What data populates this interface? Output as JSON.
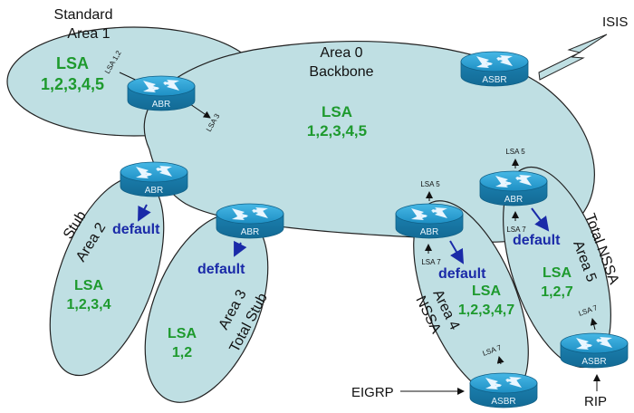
{
  "diagram": {
    "colors": {
      "area_fill": "#bfdfe3",
      "lsa_text": "#1e9a2e",
      "default_text": "#1a2aa8",
      "router_body": "#1b87b8"
    },
    "areas": {
      "area1": {
        "title_line1": "Standard",
        "title_line2": "Area 1",
        "lsa_label": "LSA",
        "lsa_list": "1,2,3,4,5"
      },
      "area0": {
        "title_line1": "Area 0",
        "title_line2": "Backbone",
        "lsa_label": "LSA",
        "lsa_list": "1,2,3,4,5"
      },
      "area2": {
        "title_line1": "Stub",
        "title_line2": "Area 2",
        "lsa_label": "LSA",
        "lsa_list": "1,2,3,4",
        "default_label": "default"
      },
      "area3": {
        "title_line1": "Area 3",
        "title_line2": "Total Stub",
        "lsa_label": "LSA",
        "lsa_list": "1,2",
        "default_label": "default"
      },
      "area4": {
        "title_line1": "Area 4",
        "title_line2": "NSSA",
        "lsa_label": "LSA",
        "lsa_list": "1,2,3,4,7",
        "default_label": "default"
      },
      "area5": {
        "title_line1": "Total NSSA",
        "title_line2": "Area 5",
        "lsa_label": "LSA",
        "lsa_list": "1,2,7",
        "default_label": "default"
      }
    },
    "routers": {
      "abr1": "ABR",
      "abr2": "ABR",
      "abr3": "ABR",
      "abr4": "ABR",
      "abr5": "ABR",
      "asbr0": "ASBR",
      "asbr4": "ASBR",
      "asbr5": "ASBR"
    },
    "flow_labels": {
      "lsa12": "LSA 1,2",
      "lsa3": "LSA 3",
      "lsa5_abr4": "LSA 5",
      "lsa5_abr5": "LSA 5",
      "lsa7_abr4": "LSA 7",
      "lsa7_abr5": "LSA 7",
      "lsa7_asbr4": "LSA 7",
      "lsa7_asbr5": "LSA 7"
    },
    "external": {
      "isis": "ISIS",
      "eigrp": "EIGRP",
      "rip": "RIP"
    }
  }
}
